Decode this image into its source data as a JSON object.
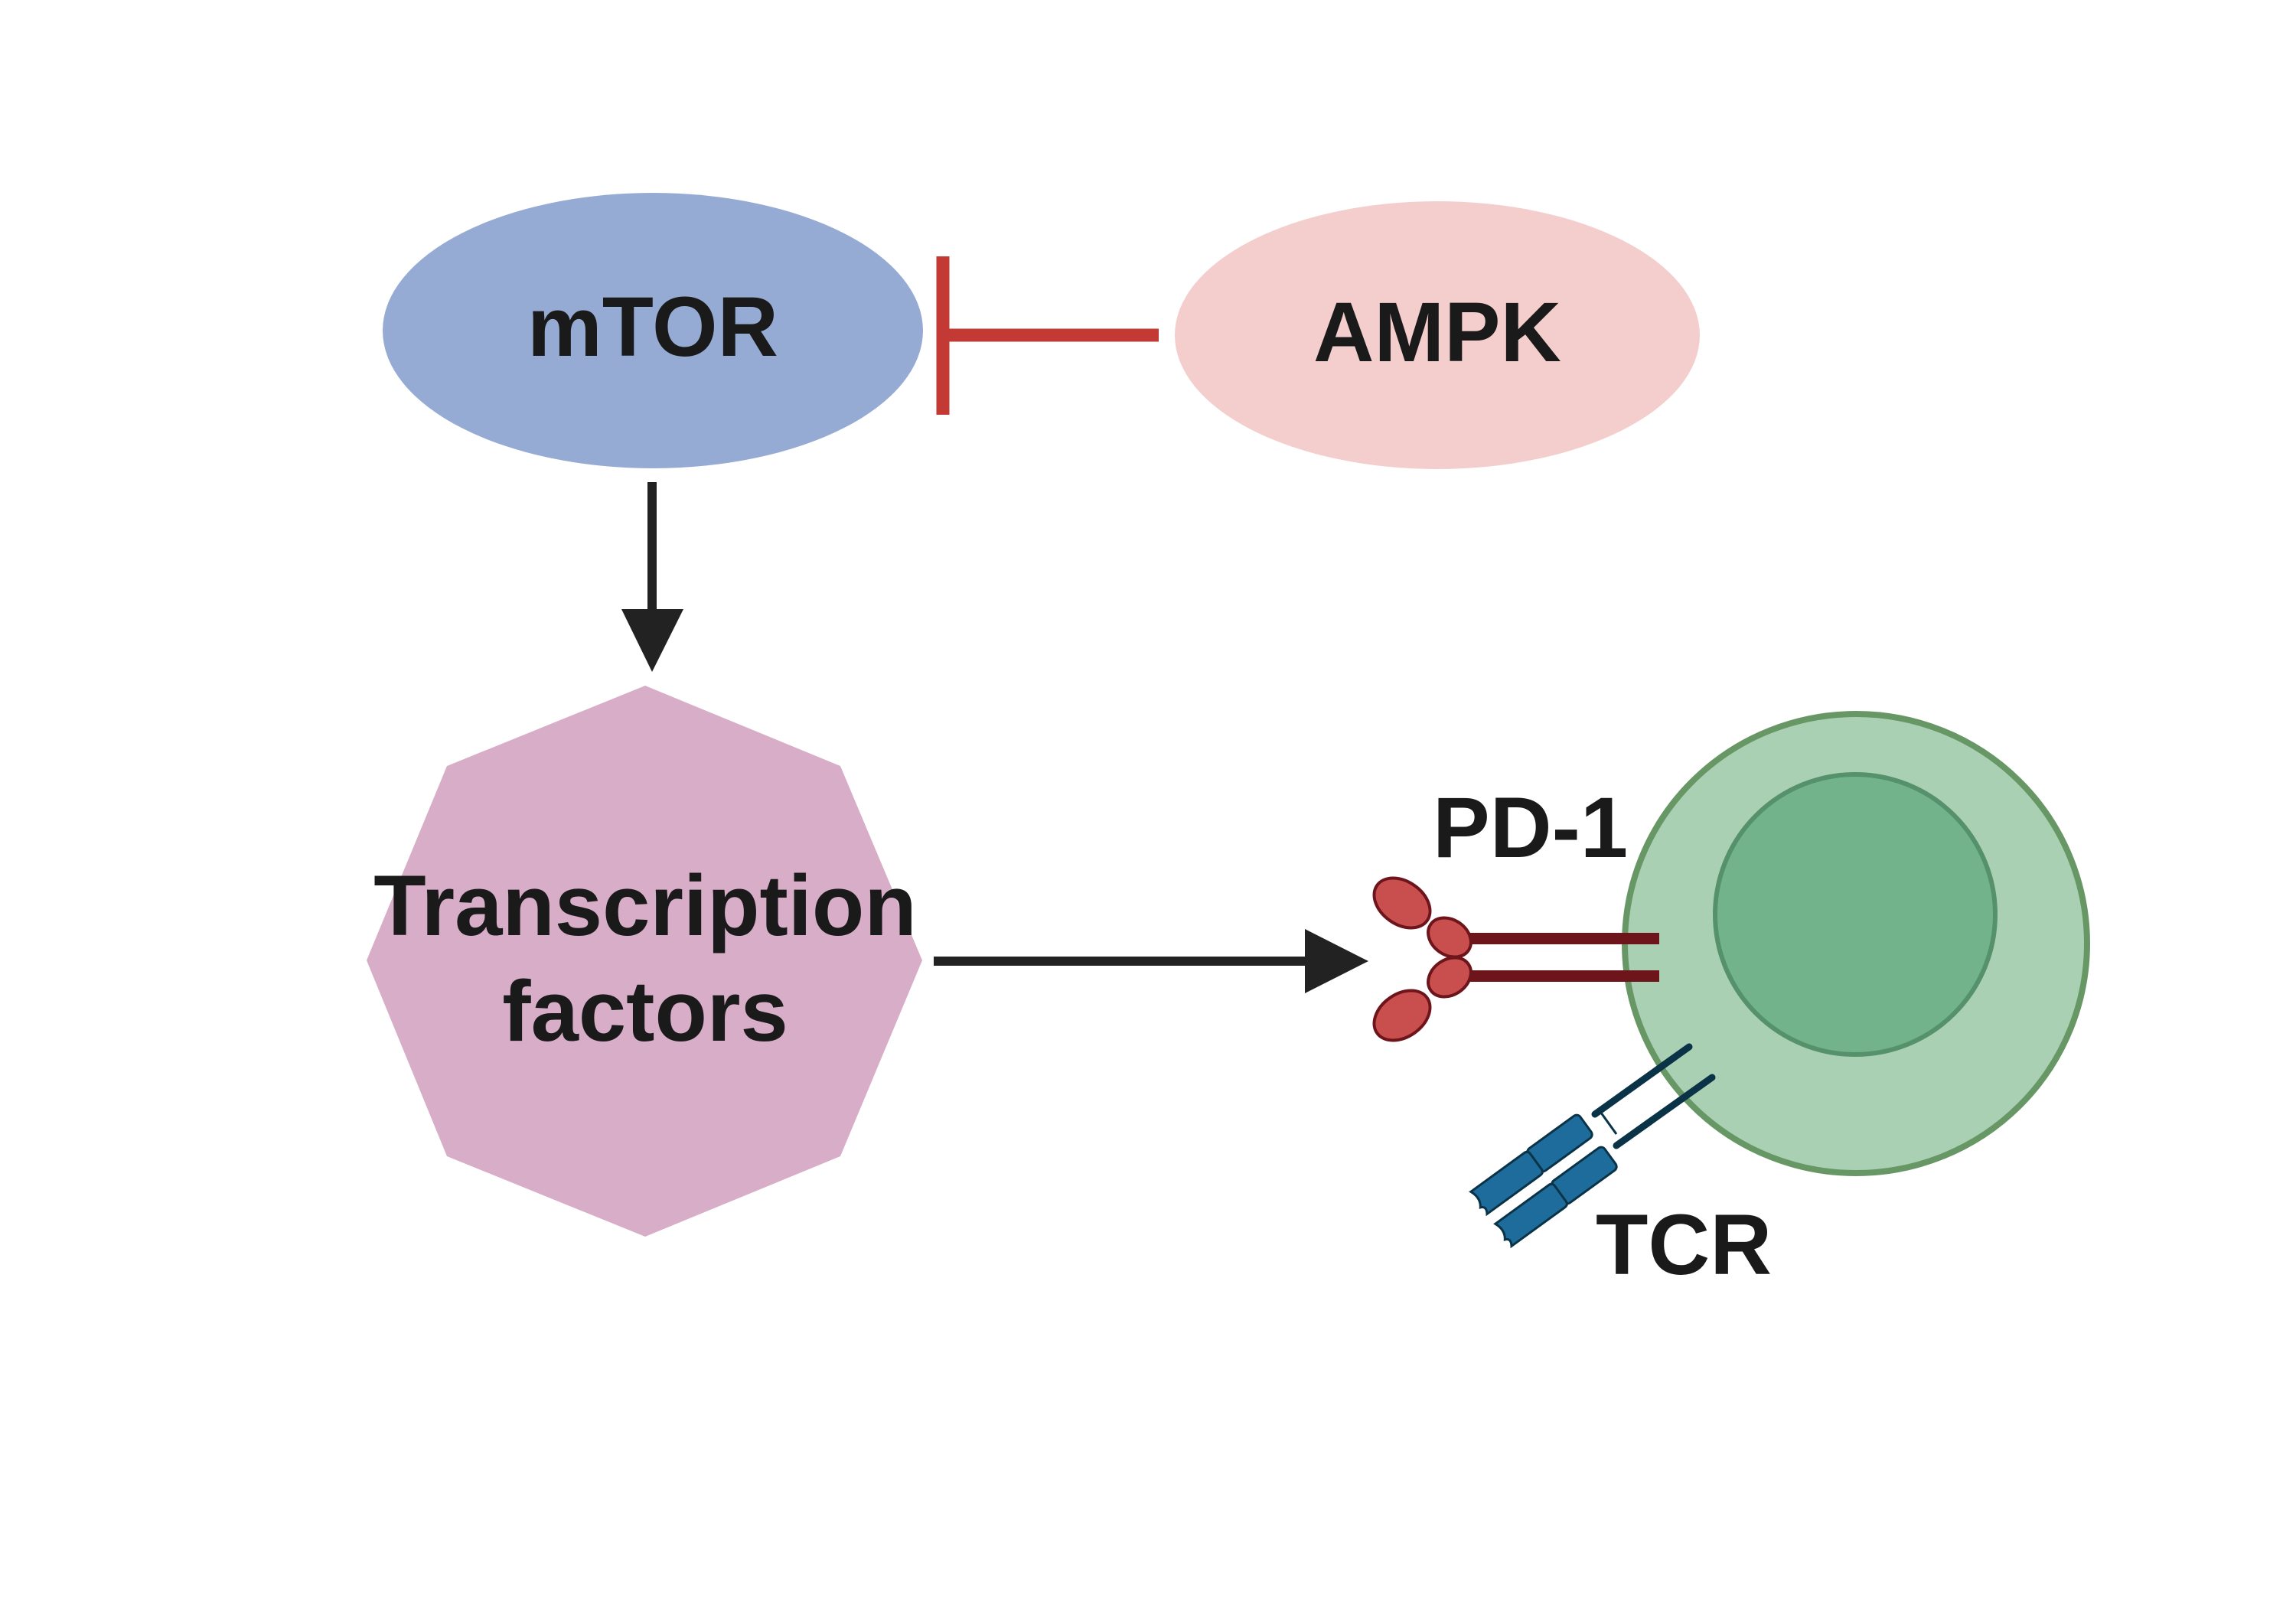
{
  "diagram": {
    "title": "mTOR / AMPK regulation of PD-1 expression in T cell",
    "nodes": {
      "mtor": {
        "label": "mTOR",
        "color": "#95abd4"
      },
      "ampk": {
        "label": "AMPK",
        "color": "#f3cecd"
      },
      "transcription_factors": {
        "label_line1": "Transcription",
        "label_line2": "factors",
        "color": "#d8adc8"
      },
      "t_cell": {
        "cytoplasm_color": "#aad0b3",
        "nucleus_color": "#72b38b",
        "membrane_color": "#689766"
      },
      "pd1": {
        "label": "PD-1",
        "color": "#c94e4e",
        "stalk_color": "#6e141b"
      },
      "tcr": {
        "label": "TCR",
        "color": "#1d6c9b",
        "stalk_color": "#0a3348"
      }
    },
    "edges": [
      {
        "from": "AMPK",
        "to": "mTOR",
        "type": "inhibition",
        "color": "#c23a33"
      },
      {
        "from": "mTOR",
        "to": "Transcription factors",
        "type": "activation",
        "color": "#222222"
      },
      {
        "from": "Transcription factors",
        "to": "PD-1",
        "type": "activation",
        "color": "#222222"
      }
    ]
  }
}
